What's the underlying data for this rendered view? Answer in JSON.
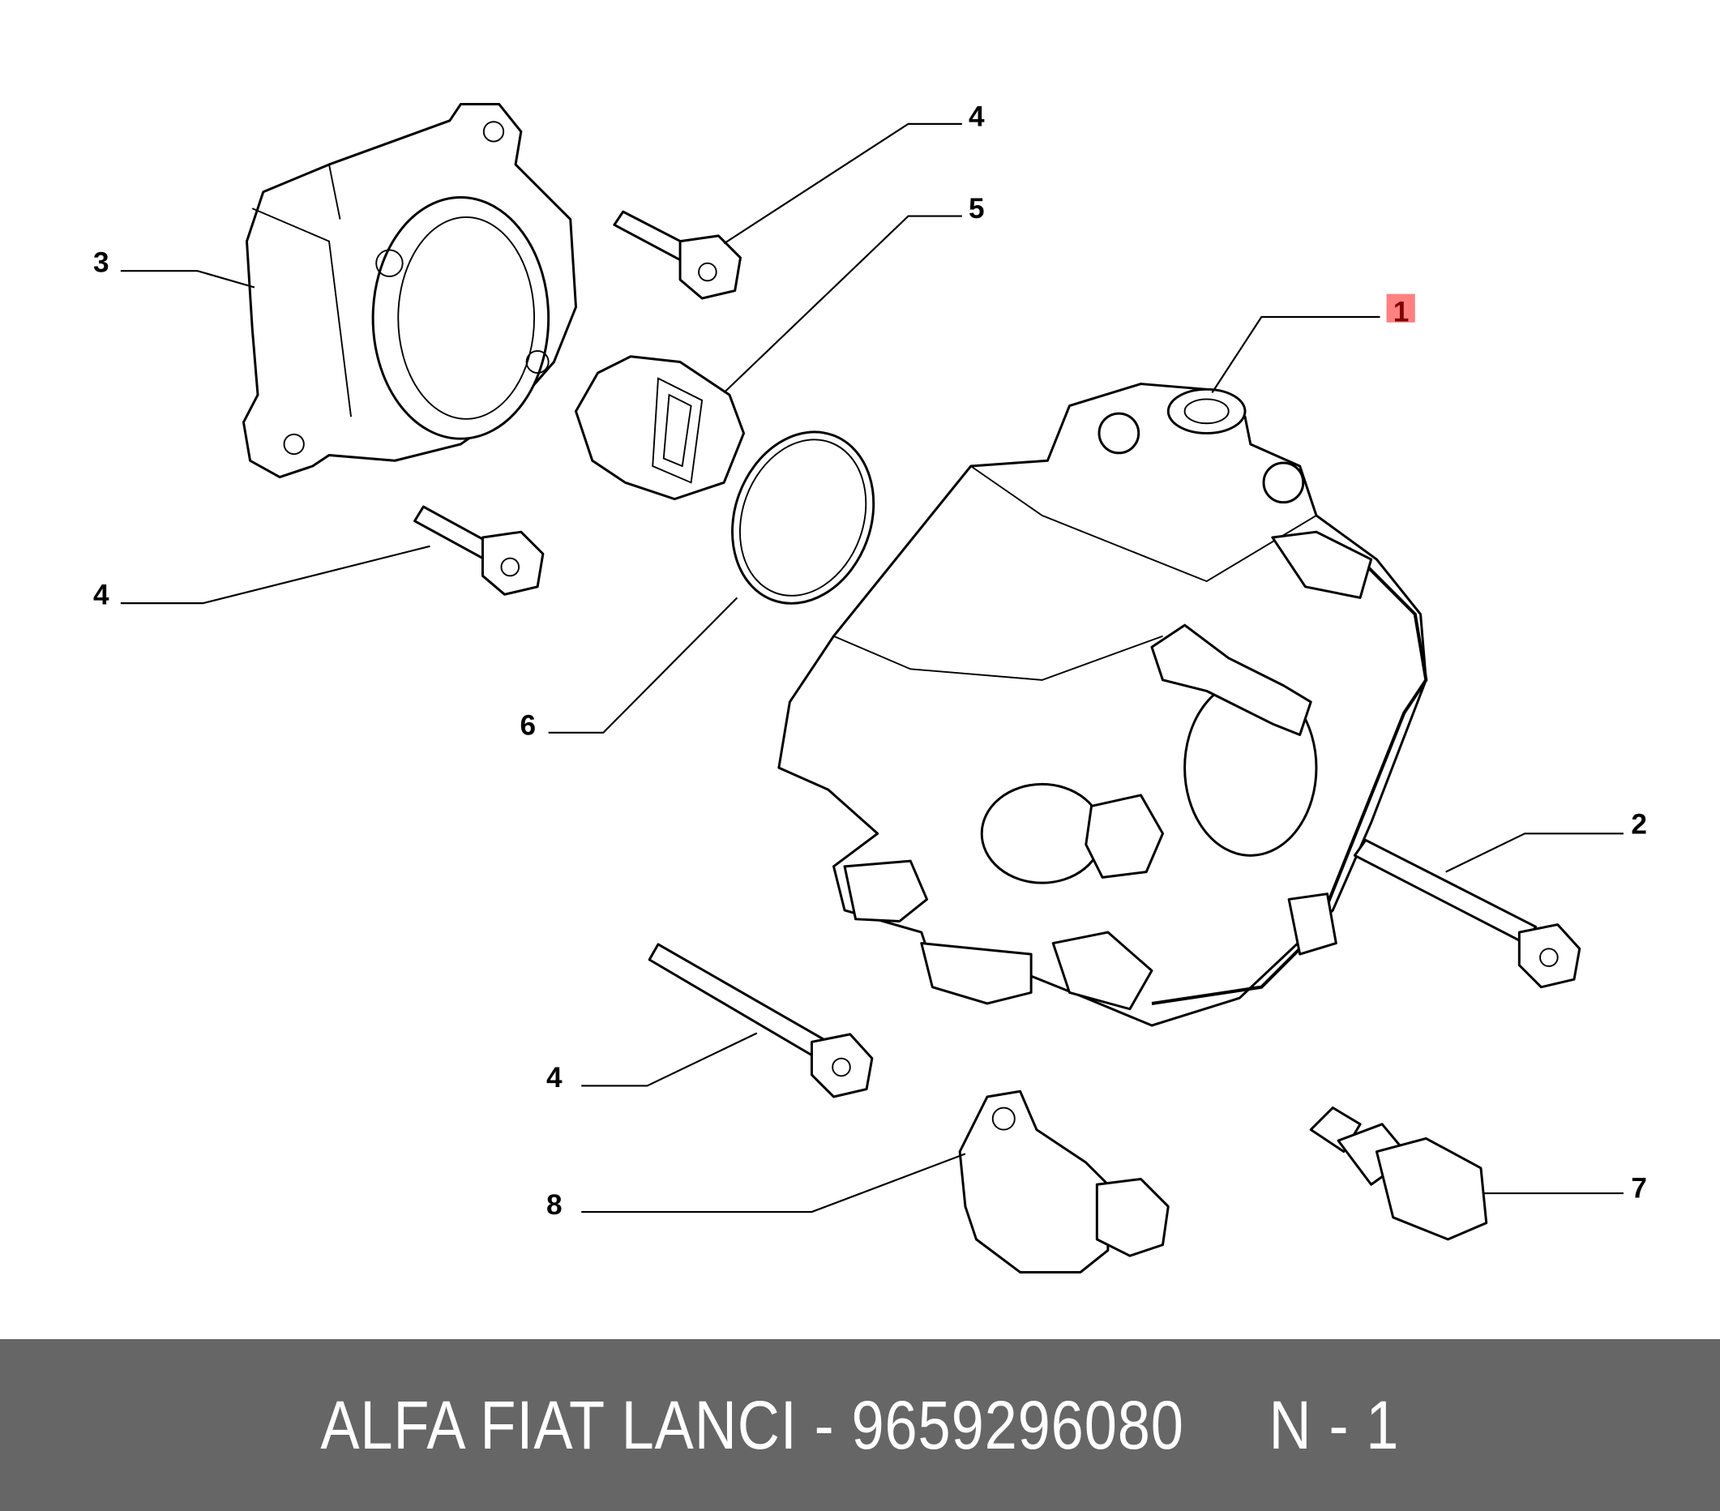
{
  "callouts": [
    {
      "id": "1",
      "label": "1",
      "highlight": true
    },
    {
      "id": "2",
      "label": "2"
    },
    {
      "id": "3",
      "label": "3"
    },
    {
      "id": "4a",
      "label": "4"
    },
    {
      "id": "4b",
      "label": "4"
    },
    {
      "id": "4c",
      "label": "4"
    },
    {
      "id": "5",
      "label": "5"
    },
    {
      "id": "6",
      "label": "6"
    },
    {
      "id": "7",
      "label": "7"
    },
    {
      "id": "8",
      "label": "8"
    }
  ],
  "footer": {
    "text": "ALFA FIAT LANCI - 9659296080     N - 1"
  },
  "colors": {
    "highlight": "#ff8080",
    "footer_bg": "#666666"
  }
}
